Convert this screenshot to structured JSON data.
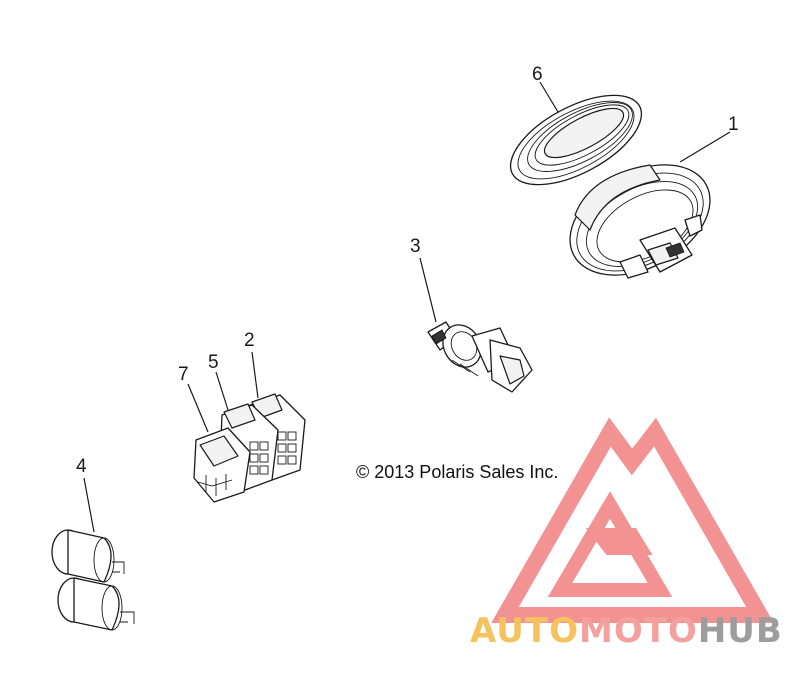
{
  "diagram": {
    "callouts": [
      {
        "id": "1",
        "label": "1"
      },
      {
        "id": "2",
        "label": "2"
      },
      {
        "id": "3",
        "label": "3"
      },
      {
        "id": "4",
        "label": "4"
      },
      {
        "id": "5",
        "label": "5"
      },
      {
        "id": "6",
        "label": "6"
      },
      {
        "id": "7",
        "label": "7"
      }
    ],
    "copyright": "© 2013 Polaris Sales Inc."
  },
  "watermark": {
    "part1": "AUTO",
    "part2": "MOTO",
    "part3": "HUB",
    "colors": {
      "triangle": "#f08080",
      "auto": "#f5b841",
      "moto": "#f3908e",
      "hub": "#8c8c8c"
    }
  }
}
